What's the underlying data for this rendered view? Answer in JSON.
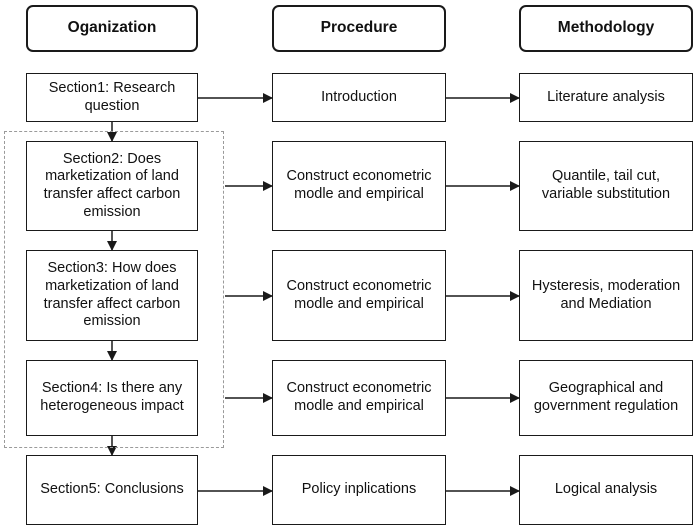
{
  "headers": {
    "organization": "Oganization",
    "procedure": "Procedure",
    "methodology": "Methodology"
  },
  "rows": [
    {
      "organization": "Section1: Research\nquestion",
      "procedure": "Introduction",
      "methodology": "Literature analysis"
    },
    {
      "organization": "Section2: Does\nmarketization of land\ntransfer affect carbon\nemission",
      "procedure": "Construct econometric\nmodle and empirical",
      "methodology": "Quantile, tail cut,\nvariable substitution"
    },
    {
      "organization": "Section3: How does\nmarketization of land\ntransfer affect carbon\nemission",
      "procedure": "Construct econometric\nmodle and empirical",
      "methodology": "Hysteresis, moderation\nand Mediation"
    },
    {
      "organization": "Section4: Is there any\nheterogeneous impact",
      "procedure": "Construct econometric\nmodle and empirical",
      "methodology": "Geographical and\ngovernment regulation"
    },
    {
      "organization": "Section5: Conclusions",
      "procedure": "Policy inplications",
      "methodology": "Logical analysis"
    }
  ],
  "colors": {
    "stroke": "#1a1a1a",
    "dashed_group": "#9a9a9a"
  }
}
